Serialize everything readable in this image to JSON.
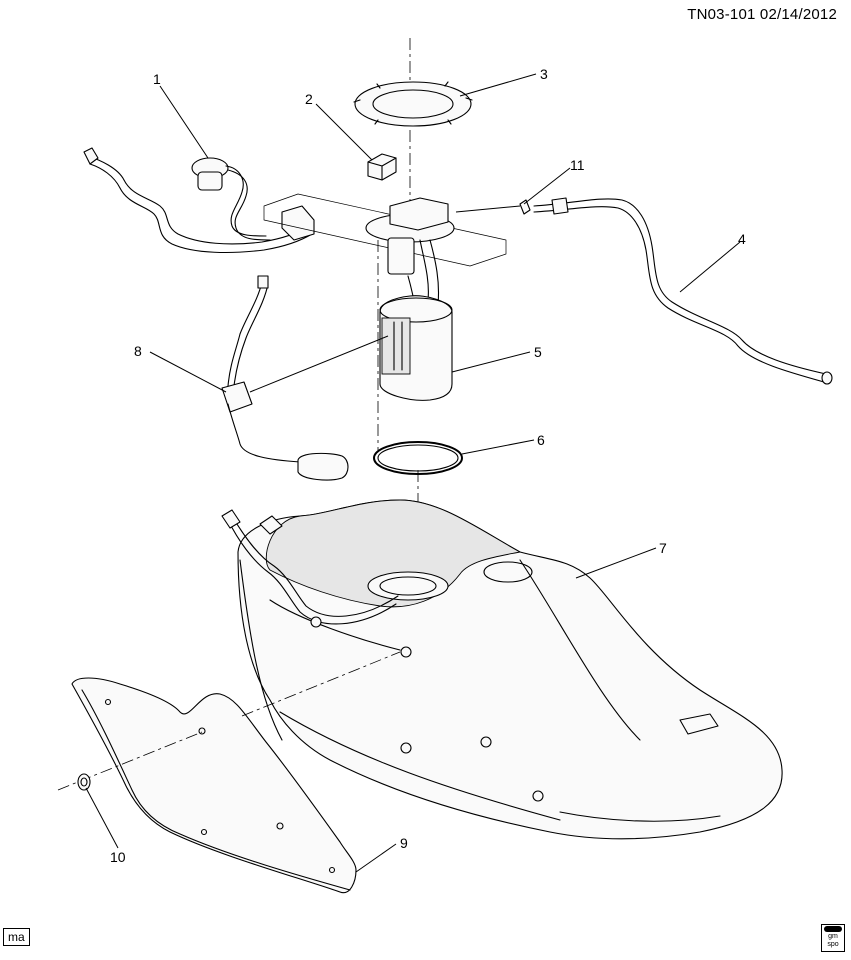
{
  "header": {
    "diagram_id": "TN03-101 02/14/2012"
  },
  "footer": {
    "badge": "ma",
    "logo_text": "gm\nspo"
  },
  "callouts": [
    {
      "id": "1",
      "label": "1"
    },
    {
      "id": "2",
      "label": "2"
    },
    {
      "id": "3",
      "label": "3"
    },
    {
      "id": "4",
      "label": "4"
    },
    {
      "id": "5",
      "label": "5"
    },
    {
      "id": "6",
      "label": "6"
    },
    {
      "id": "7",
      "label": "7"
    },
    {
      "id": "8",
      "label": "8"
    },
    {
      "id": "9",
      "label": "9"
    },
    {
      "id": "10",
      "label": "10"
    },
    {
      "id": "11",
      "label": "11"
    }
  ]
}
